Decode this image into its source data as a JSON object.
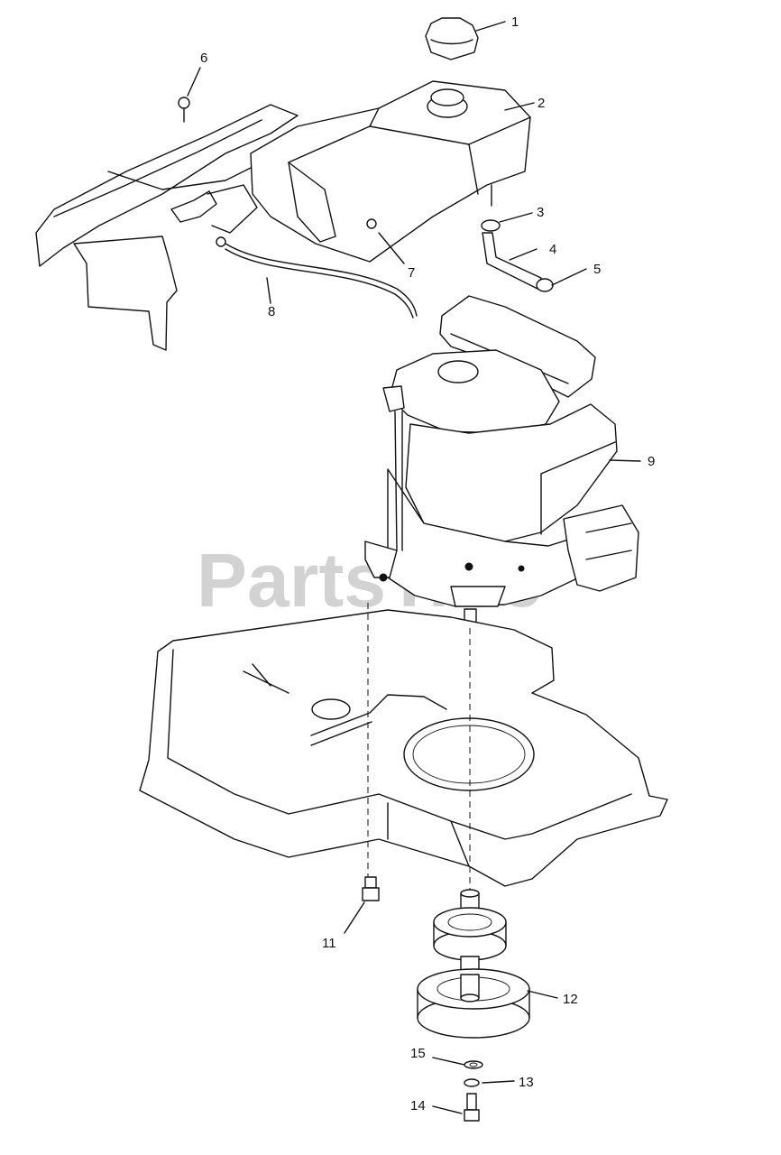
{
  "watermark": "PartsTree",
  "callouts": [
    {
      "id": "1",
      "label": "1"
    },
    {
      "id": "2",
      "label": "2"
    },
    {
      "id": "3",
      "label": "3"
    },
    {
      "id": "4",
      "label": "4"
    },
    {
      "id": "5",
      "label": "5"
    },
    {
      "id": "6",
      "label": "6"
    },
    {
      "id": "7",
      "label": "7"
    },
    {
      "id": "8",
      "label": "8"
    },
    {
      "id": "9",
      "label": "9"
    },
    {
      "id": "11",
      "label": "11"
    },
    {
      "id": "12",
      "label": "12"
    },
    {
      "id": "13",
      "label": "13"
    },
    {
      "id": "14",
      "label": "14"
    },
    {
      "id": "15",
      "label": "15"
    }
  ]
}
